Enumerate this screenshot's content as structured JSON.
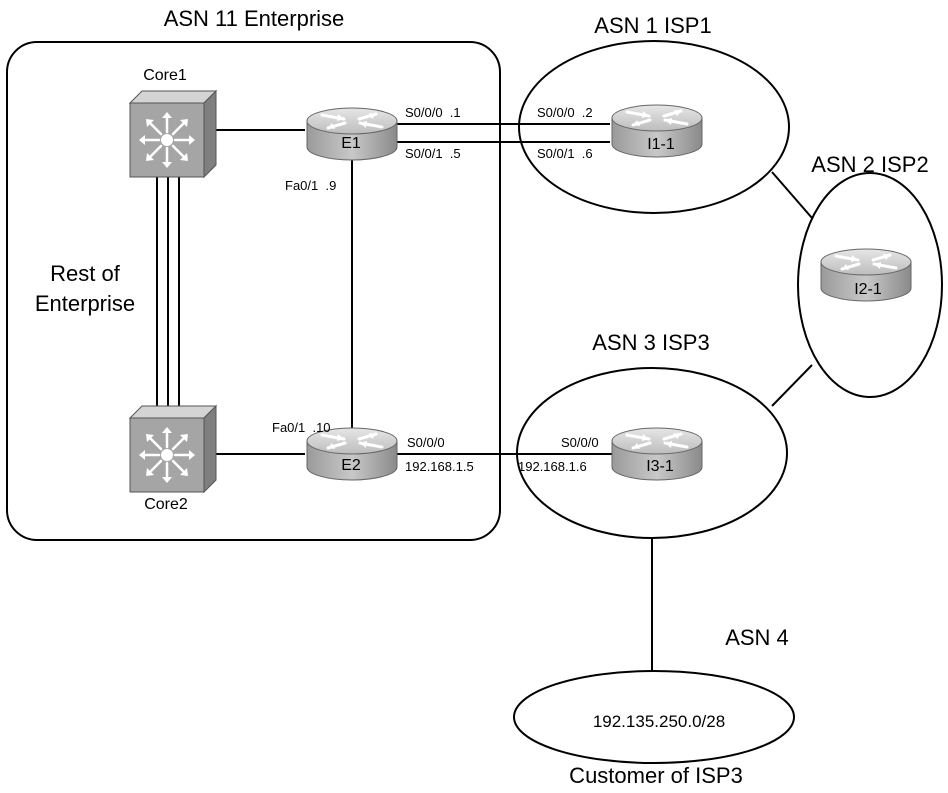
{
  "regions": {
    "enterprise": {
      "label": "ASN 11 Enterprise",
      "rest_label_line1": "Rest of",
      "rest_label_line2": "Enterprise"
    },
    "isp1": {
      "label": "ASN 1 ISP1"
    },
    "isp2": {
      "label": "ASN 2 ISP2"
    },
    "isp3": {
      "label": "ASN 3 ISP3"
    },
    "asn4": {
      "label": "ASN 4",
      "prefix": "192.135.250.0/28",
      "caption": "Customer of ISP3"
    }
  },
  "devices": {
    "core1": {
      "label": "Core1",
      "kind": "layer3-switch"
    },
    "core2": {
      "label": "Core2",
      "kind": "layer3-switch"
    },
    "e1": {
      "label": "E1",
      "kind": "router"
    },
    "e2": {
      "label": "E2",
      "kind": "router"
    },
    "i1_1": {
      "label": "I1-1",
      "kind": "router"
    },
    "i2_1": {
      "label": "I2-1",
      "kind": "router"
    },
    "i3_1": {
      "label": "I3-1",
      "kind": "router"
    }
  },
  "interfaces": {
    "e1_s000": "S0/0/0  .1",
    "e1_s001": "S0/0/1  .5",
    "i11_s000": "S0/0/0  .2",
    "i11_s001": "S0/0/1  .6",
    "e1_fa01": "Fa0/1  .9",
    "e2_fa01": "Fa0/1  .10",
    "e2_s000": "S0/0/0",
    "e2_ip": "192.168.1.5",
    "i31_s000": "S0/0/0",
    "i31_ip": "192.168.1.6"
  },
  "colors": {
    "device_fill": "#a6a6a6",
    "line": "#000000",
    "background": "#ffffff"
  }
}
